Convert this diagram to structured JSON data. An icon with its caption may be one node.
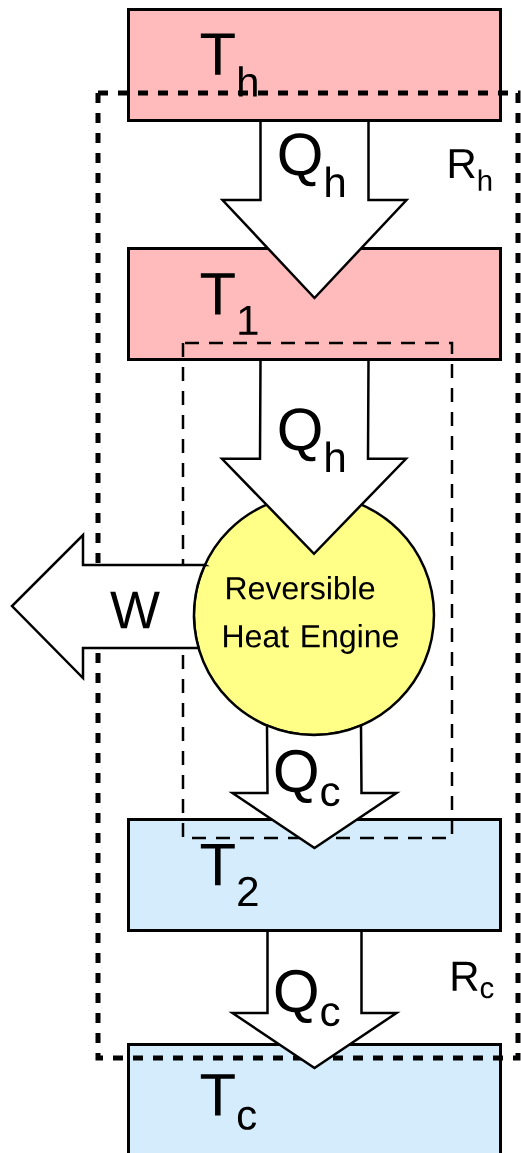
{
  "diagram": {
    "nodes": [
      {
        "text": [
          "T$_{h}$"
        ]
      },
      {
        "text": [
          "T$_{1}$"
        ]
      },
      {
        "text": [
          "Reversible Heat Engine"
        ]
      },
      {
        "text": [
          "T$_{2}$"
        ]
      },
      {
        "text": [
          "T$_{c}$"
        ]
      }
    ],
    "edges": [
      {
        "from": 0,
        "to": 1,
        "arrow": "to",
        "label": "Q$_{h}$"
      },
      {
        "from": 1,
        "to": 2,
        "arrow": "to",
        "label": "Q$_{h}$"
      },
      {
        "from": 2,
        "to": 3,
        "arrow": "to",
        "label": "Q$_{c}$"
      },
      {
        "from": 3,
        "to": 4,
        "arrow": "to",
        "label": "Q$_{c}$"
      },
      {
        "from": 2,
        "to": null,
        "arrow": "to",
        "label": "W"
      }
    ],
    "labels": [
      "R$_{h}$",
      "R$_{c}$"
    ]
  }
}
